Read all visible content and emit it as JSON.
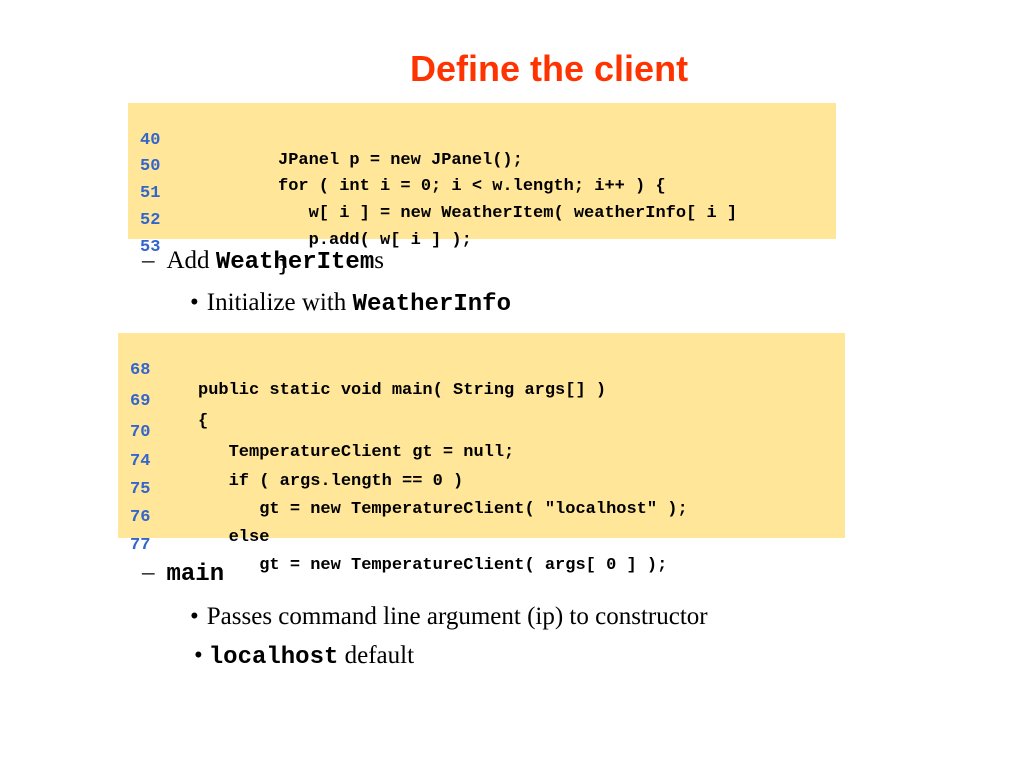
{
  "slide": {
    "title": "Define the client",
    "accent_color": "#ff3300",
    "code_bg_color": "#ffe699",
    "line_number_color": "#3366cc"
  },
  "code_block_1": {
    "lines": [
      {
        "num": "40",
        "text": "JPanel p = new JPanel();"
      },
      {
        "num": "50",
        "text": "for ( int i = 0; i < w.length; i++ ) {"
      },
      {
        "num": "51",
        "text": "   w[ i ] = new WeatherItem( weatherInfo[ i ]"
      },
      {
        "num": "52",
        "text": "   p.add( w[ i ] );"
      },
      {
        "num": "53",
        "text": "}"
      }
    ]
  },
  "bullets_1": {
    "b1": {
      "mark": "–",
      "prefix": "Add ",
      "code": "WeatherItem",
      "suffix": "s"
    },
    "b2": {
      "mark": "•",
      "prefix": "Initialize with ",
      "code": "WeatherInfo"
    }
  },
  "code_block_2": {
    "lines": [
      {
        "num": "68",
        "text": "public static void main( String args[] )"
      },
      {
        "num": "69",
        "text": "{"
      },
      {
        "num": "70",
        "text": "   TemperatureClient gt = null;"
      },
      {
        "num": "74",
        "text": "   if ( args.length == 0 )"
      },
      {
        "num": "75",
        "text": "      gt = new TemperatureClient( \"localhost\" );"
      },
      {
        "num": "76",
        "text": "   else"
      },
      {
        "num": "77",
        "text": "      gt = new TemperatureClient( args[ 0 ] );"
      }
    ]
  },
  "bullets_2": {
    "b1": {
      "mark": "–",
      "code": "main"
    },
    "b2": {
      "mark": "•",
      "text": "Passes command line argument (ip) to constructor"
    },
    "b3": {
      "mark": "•",
      "code": "localhost",
      "suffix": " default"
    }
  }
}
